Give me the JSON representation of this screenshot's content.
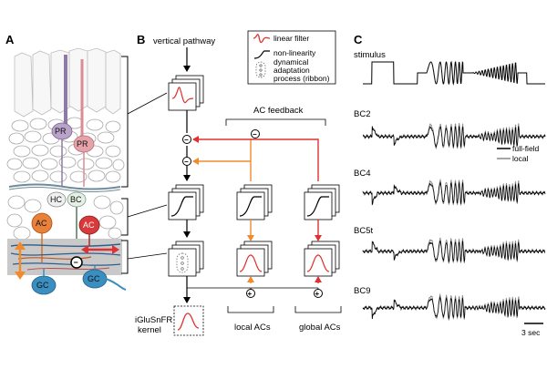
{
  "panels": {
    "a": "A",
    "b": "B",
    "c": "C"
  },
  "panel_a": {
    "labels": {
      "pr1": "PR",
      "pr2": "PR",
      "hc": "HC",
      "bc": "BC",
      "ac1": "AC",
      "ac2": "AC",
      "gc1": "GC",
      "gc2": "GC"
    },
    "colors": {
      "pr_lilac": "#b9a3c9",
      "pr_pink": "#e7a3aa",
      "ac_orange": "#e8823a",
      "ac_red": "#d83a3a",
      "gc_blue": "#3b8fc0",
      "band_gray": "#c9c9c9",
      "arrow_orange": "#f08a2a",
      "arrow_red": "#e0302f"
    }
  },
  "panel_b": {
    "vertical_pathway": "vertical pathway",
    "legend": {
      "linear_filter": "linear filter",
      "non_linearity": "non-linearity",
      "adaptation_line1": "dynamical",
      "adaptation_line2": "adaptation",
      "adaptation_line3": "process (ribbon)"
    },
    "ac_feedback": "AC feedback",
    "iglusnfr_line1": "iGluSnFR",
    "iglusnfr_line2": "kernel",
    "local_acs": "local ACs",
    "global_acs": "global ACs",
    "minus_symbol": "−",
    "plus_symbol": "+"
  },
  "panel_c": {
    "stimulus": "stimulus",
    "rows": [
      "BC2",
      "BC4",
      "BC5t",
      "BC9"
    ],
    "legend_full": "full-field",
    "legend_local": "local",
    "scale_bar": "3 sec"
  }
}
